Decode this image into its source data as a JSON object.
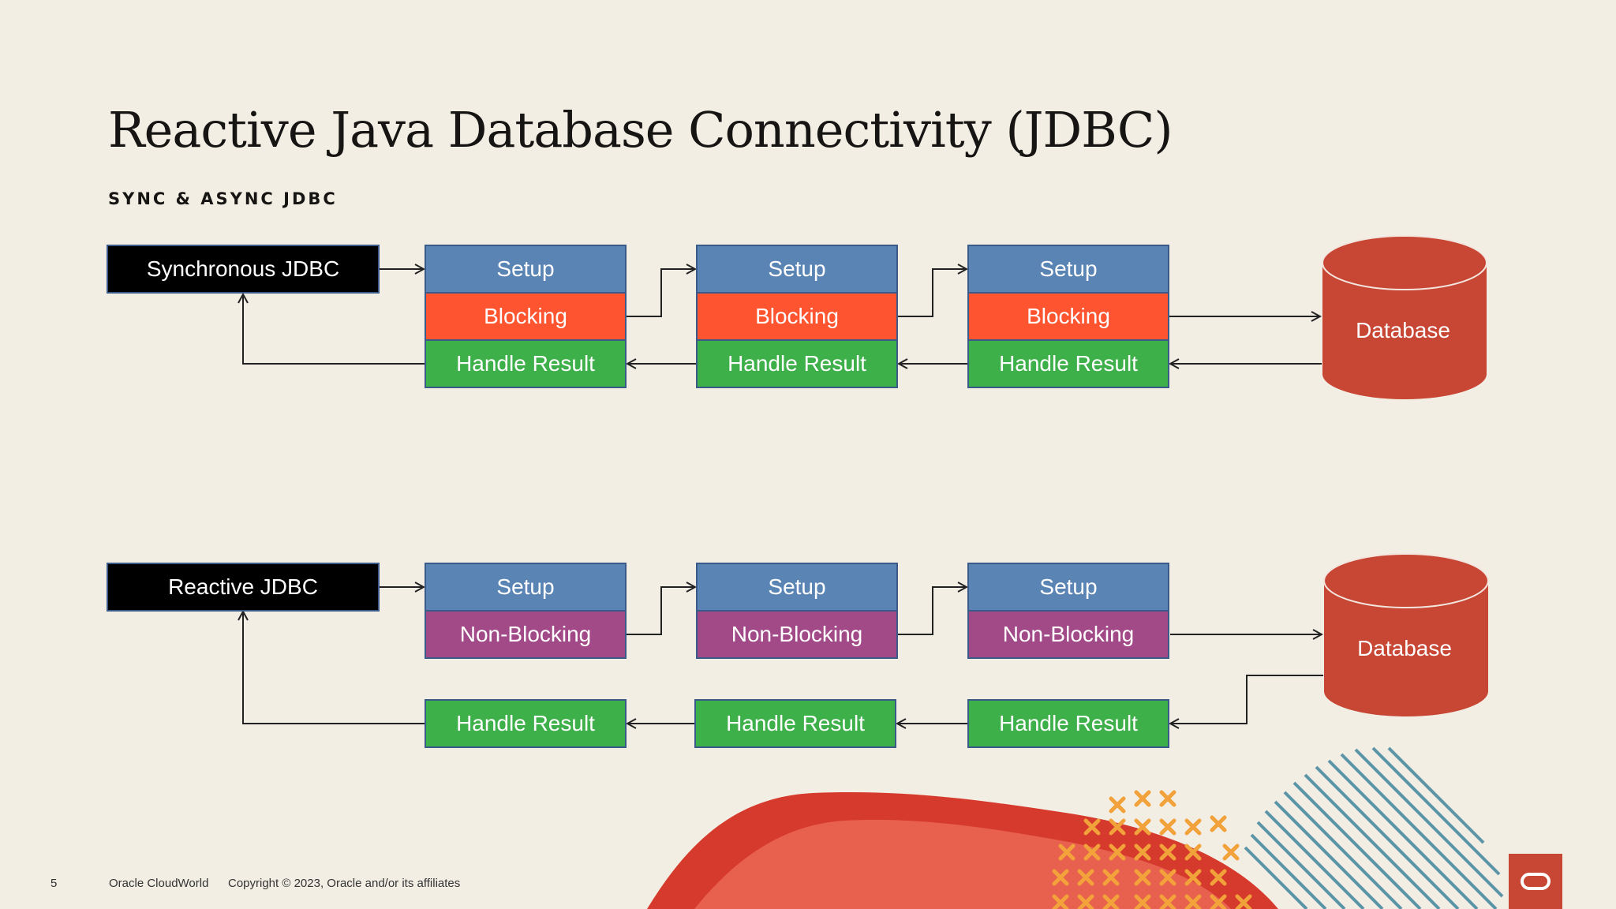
{
  "title": "Reactive Java Database Connectivity (JDBC)",
  "subtitle": "SYNC & ASYNC JDBC",
  "sync": {
    "label": "Synchronous JDBC",
    "stages": [
      {
        "setup": "Setup",
        "mode": "Blocking",
        "result": "Handle Result"
      },
      {
        "setup": "Setup",
        "mode": "Blocking",
        "result": "Handle Result"
      },
      {
        "setup": "Setup",
        "mode": "Blocking",
        "result": "Handle Result"
      }
    ],
    "database": "Database"
  },
  "reactive": {
    "label": "Reactive JDBC",
    "stages": [
      {
        "setup": "Setup",
        "mode": "Non-Blocking",
        "result": "Handle Result"
      },
      {
        "setup": "Setup",
        "mode": "Non-Blocking",
        "result": "Handle Result"
      },
      {
        "setup": "Setup",
        "mode": "Non-Blocking",
        "result": "Handle Result"
      }
    ],
    "database": "Database"
  },
  "footer": {
    "page_number": "5",
    "event": "Oracle CloudWorld",
    "copyright": "Copyright © 2023, Oracle and/or its affiliates"
  },
  "colors": {
    "background": "#f2eee4",
    "setup": "#5a84b4",
    "blocking": "#fe5530",
    "non_blocking": "#a24a88",
    "handle_result": "#3eb04a",
    "database": "#c74634"
  }
}
